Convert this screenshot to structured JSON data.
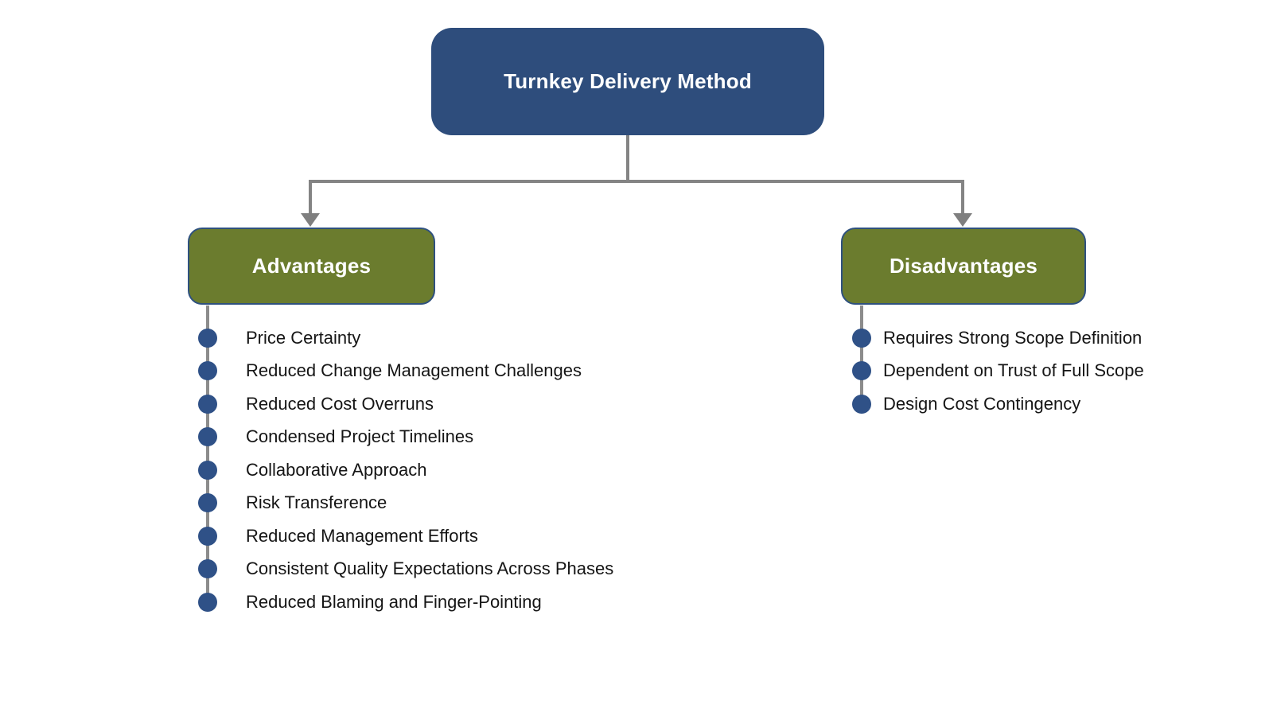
{
  "diagram": {
    "title": "Turnkey Delivery Method",
    "root": {
      "label": "Turnkey Delivery Method"
    },
    "advantages": {
      "label": "Advantages",
      "items": [
        "Price Certainty",
        "Reduced Change Management Challenges",
        "Reduced Cost Overruns",
        "Condensed Project Timelines",
        "Collaborative Approach",
        "Risk Transference",
        "Reduced Management Efforts",
        "Consistent Quality Expectations Across Phases",
        "Reduced Blaming and Finger-Pointing"
      ]
    },
    "disadvantages": {
      "label": "Disadvantages",
      "items": [
        "Requires Strong Scope Definition",
        "Dependent on Trust of Full Scope",
        "Design Cost Contingency"
      ]
    },
    "colors": {
      "root_fill": "#2e4d7c",
      "branch_fill": "#6b7c2e",
      "branch_border": "#2f517f",
      "bullet": "#2f5187",
      "connector": "#848484",
      "item_text": "#151515",
      "node_text": "#ffffff",
      "background": "#ffffff"
    }
  }
}
